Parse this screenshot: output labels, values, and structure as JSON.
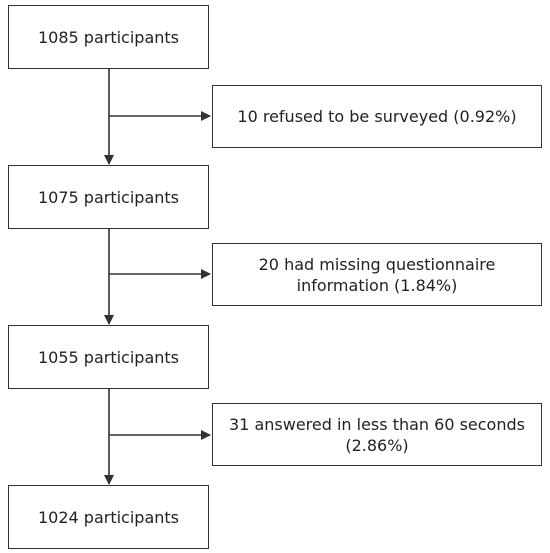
{
  "steps": [
    {
      "label": "1085 participants"
    },
    {
      "label": "1075 participants"
    },
    {
      "label": "1055 participants"
    },
    {
      "label": "1024 participants"
    }
  ],
  "exclusions": [
    {
      "line1": "10 refused to be surveyed (0.92%)",
      "line2": ""
    },
    {
      "line1": "20 had missing questionnaire",
      "line2": "information (1.84%)"
    },
    {
      "line1": "31 answered in less than 60 seconds",
      "line2": "(2.86%)"
    }
  ]
}
